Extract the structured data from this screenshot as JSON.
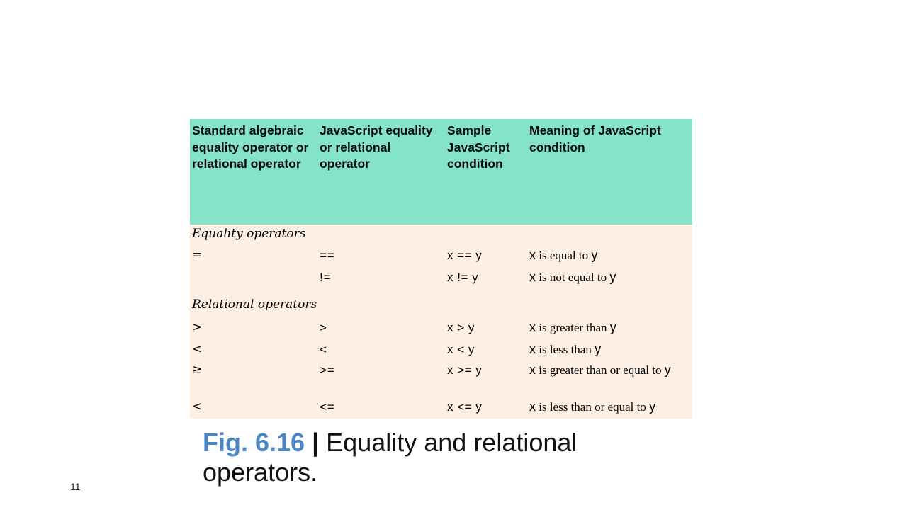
{
  "table": {
    "headers": [
      "Standard algebraic equality operator or relational operator",
      "JavaScript equality or relational operator",
      "Sample JavaScript condition",
      "Meaning of JavaScript condition"
    ],
    "sections": [
      {
        "label": "Equality operators",
        "rows": [
          {
            "algebraic": "=",
            "js": "==",
            "sample": "x == y",
            "meaning_var1": "x",
            "meaning_text": " is equal to ",
            "meaning_var2": "y"
          },
          {
            "algebraic": "",
            "js": "!=",
            "sample": "x != y",
            "meaning_var1": "x",
            "meaning_text": " is not equal to ",
            "meaning_var2": "y"
          }
        ]
      },
      {
        "label": "Relational operators",
        "rows": [
          {
            "algebraic": ">",
            "js": ">",
            "sample": "x > y",
            "meaning_var1": "x",
            "meaning_text": " is greater than ",
            "meaning_var2": "y"
          },
          {
            "algebraic": "<",
            "js": "<",
            "sample": "x < y",
            "meaning_var1": "x",
            "meaning_text": " is less than ",
            "meaning_var2": "y"
          },
          {
            "algebraic": "≥",
            "js": ">=",
            "sample": "x >= y",
            "meaning_var1": "x",
            "meaning_text": " is greater than or equal to ",
            "meaning_var2": "y"
          },
          {
            "algebraic": "<",
            "js": "<=",
            "sample": "x <= y",
            "meaning_var1": "x",
            "meaning_text": " is less than or equal to ",
            "meaning_var2": "y"
          }
        ]
      }
    ]
  },
  "caption": {
    "fig_label": "Fig. 6.16",
    "separator": "|",
    "text": "Equality and relational operators."
  },
  "page_number": "11",
  "colors": {
    "header_bg": "#84e3c8",
    "body_bg": "#fdefe4",
    "caption_accent": "#4a85c4"
  }
}
